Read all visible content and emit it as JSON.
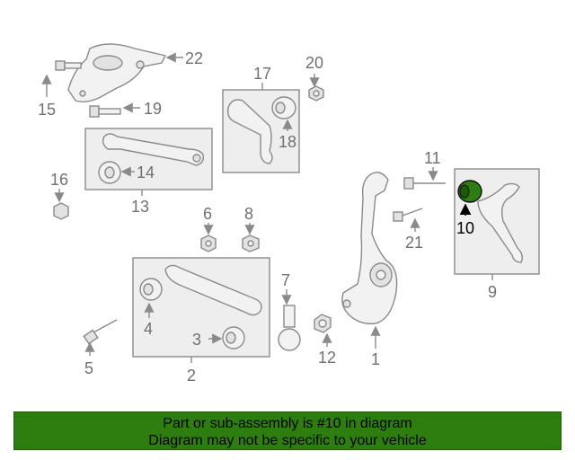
{
  "colors": {
    "banner_bg": "#2d7d0f",
    "highlight_part": "#2e7d12",
    "line_gray": "#8a8a8a"
  },
  "callouts": {
    "c1": "1",
    "c2": "2",
    "c3": "3",
    "c4": "4",
    "c5": "5",
    "c6": "6",
    "c7": "7",
    "c8": "8",
    "c9": "9",
    "c10": "10",
    "c11": "11",
    "c12": "12",
    "c13": "13",
    "c14": "14",
    "c15": "15",
    "c16": "16",
    "c17": "17",
    "c18": "18",
    "c19": "19",
    "c20": "20",
    "c21": "21",
    "c22": "22"
  },
  "highlighted_part": "10",
  "banner": {
    "line1": "Part or sub-assembly is #10 in diagram",
    "line2": "Diagram may not be specific to your vehicle"
  }
}
